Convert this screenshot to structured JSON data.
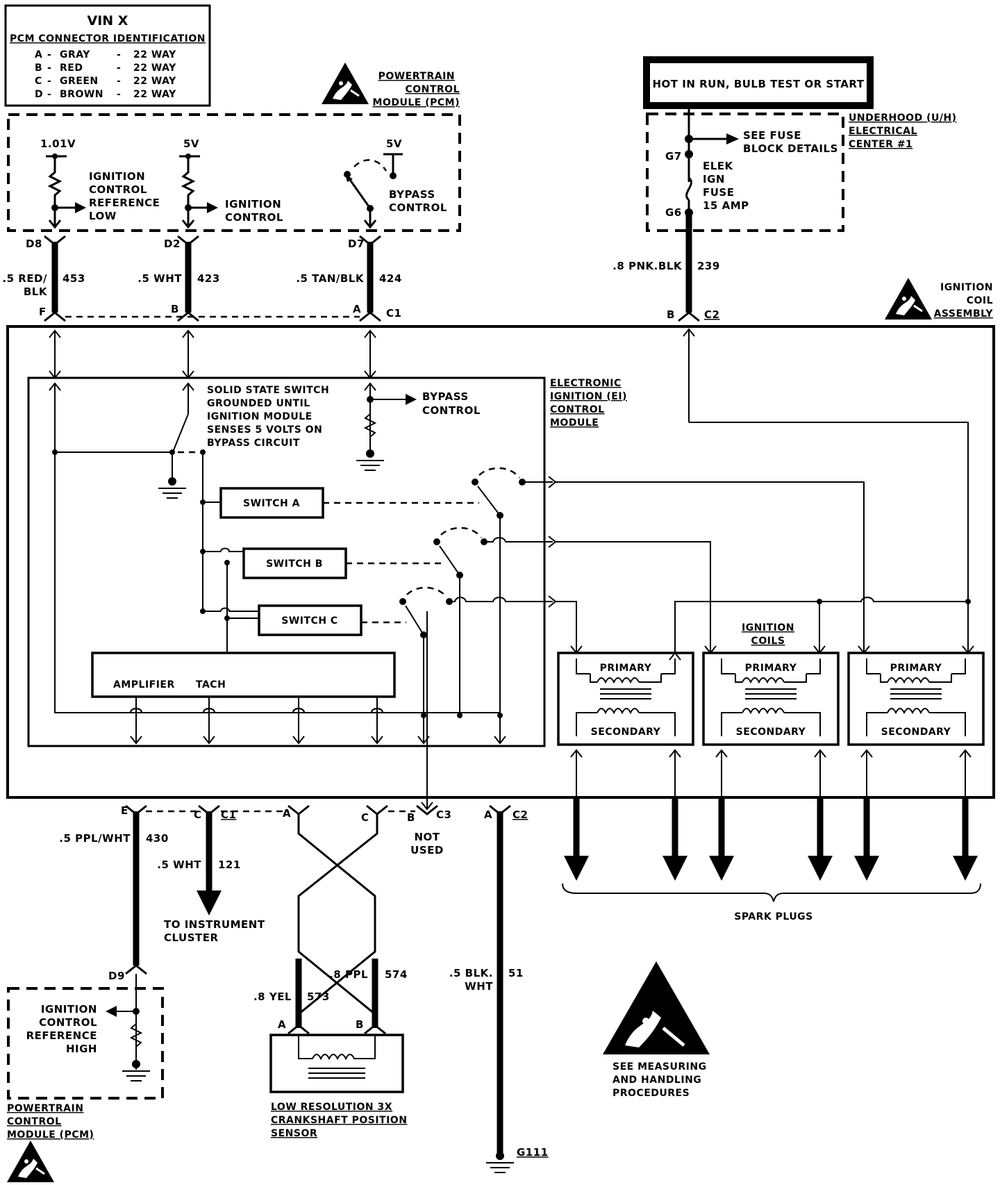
{
  "vin_box": {
    "title": "VIN X",
    "subtitle": "PCM CONNECTOR IDENTIFICATION",
    "rows": [
      {
        "letter": "A",
        "color": "GRAY",
        "ways": "22 WAY"
      },
      {
        "letter": "B",
        "color": "RED",
        "ways": "22 WAY"
      },
      {
        "letter": "C",
        "color": "GREEN",
        "ways": "22 WAY"
      },
      {
        "letter": "D",
        "color": "BROWN",
        "ways": "22 WAY"
      }
    ]
  },
  "pcm_top": {
    "title_lines": [
      "POWERTRAIN",
      "CONTROL",
      "MODULE (PCM)"
    ],
    "v1": "1.01V",
    "v2": "5V",
    "v3": "5V",
    "icr_low_lines": [
      "IGNITION",
      "CONTROL",
      "REFERENCE",
      "LOW"
    ],
    "ic_lines": [
      "IGNITION",
      "CONTROL"
    ],
    "bypass_lines": [
      "BYPASS",
      "CONTROL"
    ],
    "pins": [
      "D8",
      "D2",
      "D7"
    ]
  },
  "wires_top": {
    "w1_color_lines": [
      ".5 RED/",
      "BLK"
    ],
    "w1_num": "453",
    "w2_color": ".5 WHT",
    "w2_num": "423",
    "w3_color": ".5 TAN/BLK",
    "w3_num": "424",
    "w4_color": ".8 PNK.BLK",
    "w4_num": "239"
  },
  "connector_top": {
    "f": "F",
    "b": "B",
    "a": "A",
    "c1": "C1",
    "b2": "B",
    "c2": "C2"
  },
  "hot_box": "HOT IN RUN, BULB TEST OR START",
  "uh_center": {
    "title_lines": [
      "UNDERHOOD (U/H)",
      "ELECTRICAL",
      "CENTER #1"
    ],
    "fuse_details_lines": [
      "SEE FUSE",
      "BLOCK DETAILS"
    ],
    "g7": "G7",
    "g6": "G6",
    "fuse_lines": [
      "ELEK",
      "IGN",
      "FUSE",
      "15 AMP"
    ]
  },
  "coil_assembly_lines": [
    "IGNITION",
    "COIL",
    "ASSEMBLY"
  ],
  "ei_module": {
    "title_lines": [
      "ELECTRONIC",
      "IGNITION (EI)",
      "CONTROL",
      "MODULE"
    ],
    "solid_state_lines": [
      "SOLID STATE SWITCH",
      "GROUNDED UNTIL",
      "IGNITION MODULE",
      "SENSES 5 VOLTS ON",
      "BYPASS CIRCUIT"
    ],
    "bypass_lines": [
      "BYPASS",
      "CONTROL"
    ],
    "switch_a": "SWITCH A",
    "switch_b": "SWITCH B",
    "switch_c": "SWITCH C",
    "amplifier": "AMPLIFIER",
    "tach": "TACH"
  },
  "coils": {
    "title_lines": [
      "IGNITION",
      "COILS"
    ],
    "primary": "PRIMARY",
    "secondary": "SECONDARY"
  },
  "spark_plugs": "SPARK PLUGS",
  "bottom_connectors": {
    "e": "E",
    "c": "C",
    "c1": "C1",
    "a": "A",
    "c_b": "C",
    "b": "B",
    "c3": "C3",
    "a2": "A",
    "c2": "C2",
    "not_used_lines": [
      "NOT",
      "USED"
    ]
  },
  "wires_bottom": {
    "w430_color": ".5 PPL/WHT",
    "w430_num": "430",
    "w121_color": ".5 WHT",
    "w121_num": "121",
    "to_cluster_lines": [
      "TO INSTRUMENT",
      "CLUSTER"
    ],
    "w573_color": ".8 YEL",
    "w573_num": "573",
    "w574_color": ".8 PPL",
    "w574_num": "574",
    "w51_color_lines": [
      ".5 BLK.",
      "WHT"
    ],
    "w51_num": "51",
    "d9": "D9",
    "g111": "G111"
  },
  "pcm_bottom": {
    "icr_high_lines": [
      "IGNITION",
      "CONTROL",
      "REFERENCE",
      "HIGH"
    ],
    "title_lines": [
      "POWERTRAIN",
      "CONTROL",
      "MODULE (PCM)"
    ]
  },
  "crank_sensor": {
    "pin_a": "A",
    "pin_b": "B",
    "title_lines": [
      "LOW RESOLUTION 3X",
      "CRANKSHAFT POSITION",
      "SENSOR"
    ]
  },
  "esd_note_lines": [
    "SEE MEASURING",
    "AND HANDLING",
    "PROCEDURES"
  ]
}
